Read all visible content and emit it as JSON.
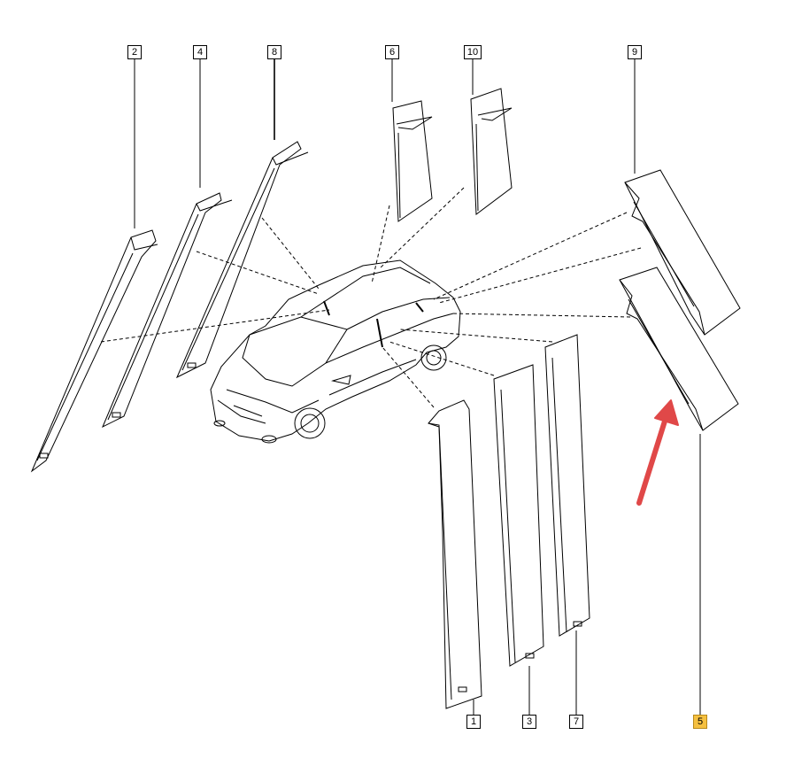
{
  "callouts": [
    {
      "id": "1",
      "label": "1",
      "selected": false
    },
    {
      "id": "2",
      "label": "2",
      "selected": false
    },
    {
      "id": "3",
      "label": "3",
      "selected": false
    },
    {
      "id": "4",
      "label": "4",
      "selected": false
    },
    {
      "id": "5",
      "label": "5",
      "selected": true
    },
    {
      "id": "6",
      "label": "6",
      "selected": false
    },
    {
      "id": "7",
      "label": "7",
      "selected": false
    },
    {
      "id": "8",
      "label": "8",
      "selected": false
    },
    {
      "id": "9",
      "label": "9",
      "selected": false
    },
    {
      "id": "10",
      "label": "10",
      "selected": false
    }
  ],
  "colors": {
    "highlight": "#f5c040",
    "arrow": "#e04848",
    "line": "#000000"
  }
}
